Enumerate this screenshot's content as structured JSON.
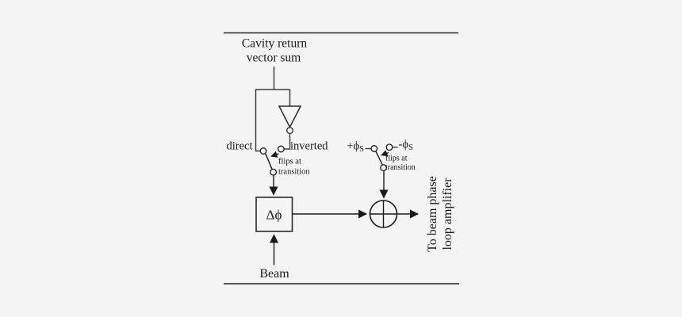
{
  "colors": {
    "background": "#f4f4f4",
    "ink": "#1a1a1a",
    "wire": "#3d3d3d"
  },
  "input": {
    "label_line1": "Cavity return",
    "label_line2": "vector sum"
  },
  "sign_switch": {
    "direct_label": "direct",
    "inverted_label": "inverted",
    "note_line1": "flips at",
    "note_line2": "transition"
  },
  "sync_switch": {
    "plus_label": "+ϕ",
    "plus_sub": "S",
    "minus_label": "-ϕ",
    "minus_sub": "S",
    "note_line1": "flips at",
    "note_line2": "transition"
  },
  "phase_detector": {
    "label": "Δϕ"
  },
  "beam": {
    "label": "Beam"
  },
  "output": {
    "label_line1": "To beam phase",
    "label_line2": "loop amplifier"
  }
}
